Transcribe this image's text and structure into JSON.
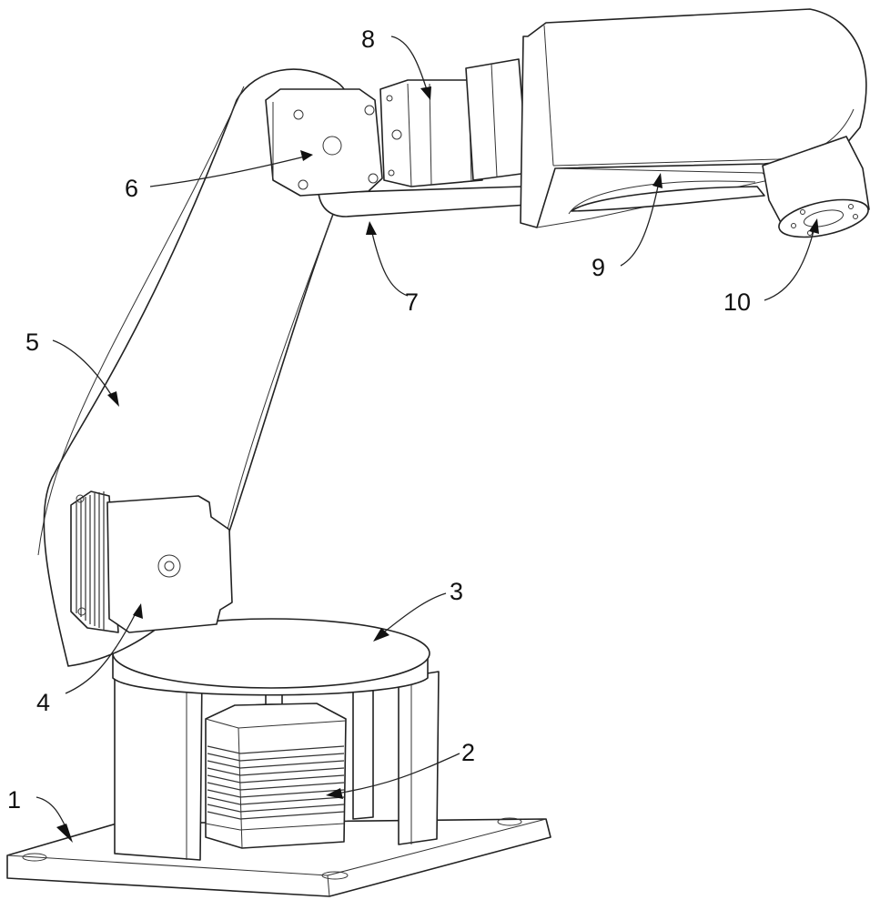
{
  "labels": [
    {
      "id": "base-plate",
      "text": "1"
    },
    {
      "id": "base-motor",
      "text": "2"
    },
    {
      "id": "turntable",
      "text": "3"
    },
    {
      "id": "shoulder-motor",
      "text": "4"
    },
    {
      "id": "upper-arm",
      "text": "5"
    },
    {
      "id": "elbow-motor",
      "text": "6"
    },
    {
      "id": "elbow-bracket",
      "text": "7"
    },
    {
      "id": "wrist-motor",
      "text": "8"
    },
    {
      "id": "forearm-housing",
      "text": "9"
    },
    {
      "id": "end-flange",
      "text": "10"
    }
  ],
  "colors": {
    "line": "#222222",
    "fill": "#ffffff",
    "label": "#111111"
  }
}
